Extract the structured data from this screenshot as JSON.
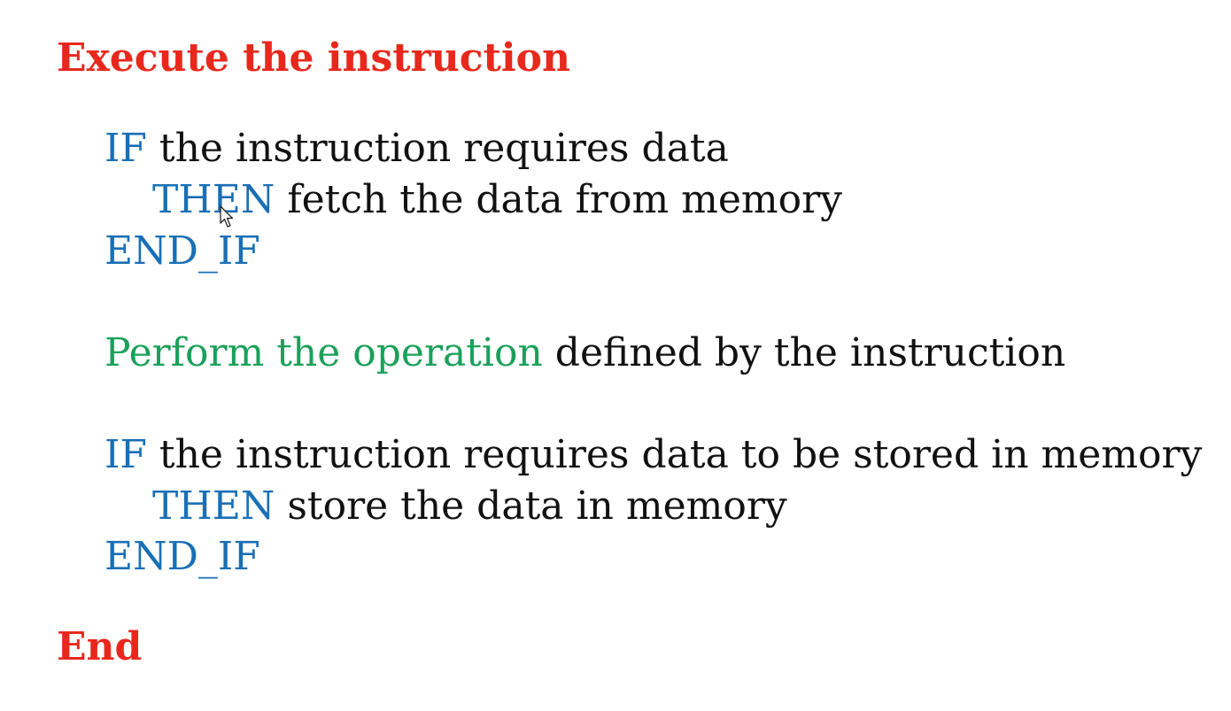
{
  "title": "Execute the instruction",
  "block1": {
    "if_keyword": "IF",
    "if_text": " the instruction requires data",
    "then_keyword": "THEN",
    "then_text": " fetch the data from memory",
    "endif_keyword": "END_IF"
  },
  "perform": {
    "highlight": "Perform the operation",
    "text": " defined by the instruction"
  },
  "block2": {
    "if_keyword": "IF",
    "if_text": " the instruction requires data to be stored in memory",
    "then_keyword": "THEN",
    "then_text": " store the data in memory",
    "endif_keyword": "END_IF"
  },
  "end": "End",
  "colors": {
    "heading": "#e8281c",
    "keyword": "#1a6fb5",
    "operation": "#1aa05a",
    "text": "#111111"
  },
  "icons": {
    "cursor": "mouse-pointer-icon"
  }
}
